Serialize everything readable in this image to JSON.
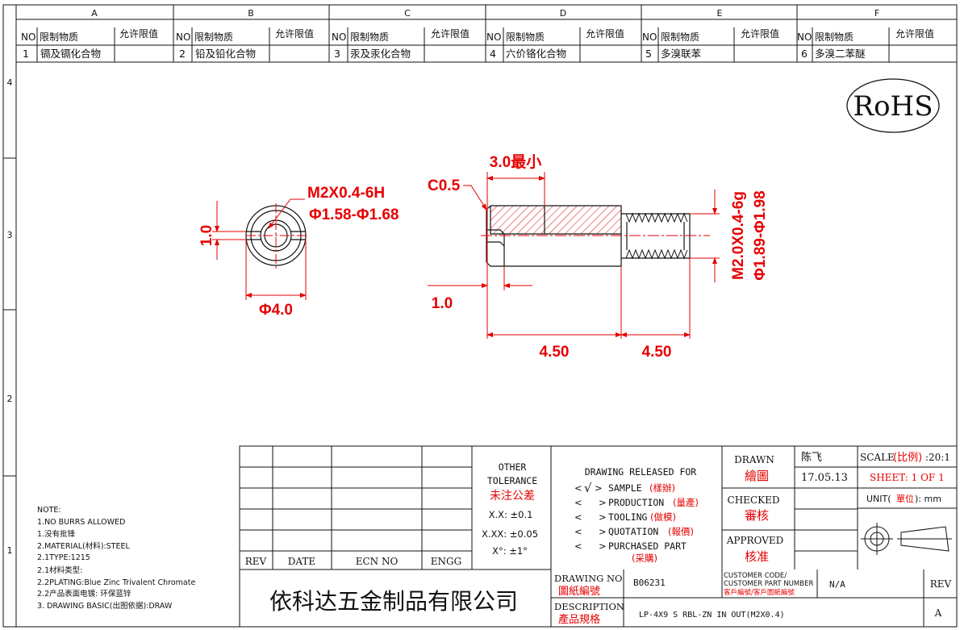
{
  "zones_columns": [
    "A",
    "B",
    "C",
    "D",
    "E",
    "F"
  ],
  "zones_rows": [
    "4",
    "3",
    "2",
    "1"
  ],
  "restricted_table": {
    "h_no": "NO",
    "h_substance": "限制物质",
    "h_limit": "允许限值",
    "items": [
      {
        "no": "1",
        "substance": "镉及镉化合物",
        "limit": ""
      },
      {
        "no": "2",
        "substance": "铅及铅化合物",
        "limit": ""
      },
      {
        "no": "3",
        "substance": "汞及汞化合物",
        "limit": ""
      },
      {
        "no": "4",
        "substance": "六价铬化合物",
        "limit": ""
      },
      {
        "no": "5",
        "substance": "多溴联苯",
        "limit": ""
      },
      {
        "no": "6",
        "substance": "多溴二苯醚",
        "limit": ""
      }
    ]
  },
  "rohs_mark": "RoHS",
  "dimensions": {
    "thread_int": "M2X0.4-6H",
    "bore_dia": "Φ1.58-Φ1.68",
    "slot_width": "1.0",
    "outer_dia": "Φ4.0",
    "min_len": "3.0最小",
    "chamfer": "C0.5",
    "slot_depth": "1.0",
    "body_len": "4.50",
    "thread_len": "4.50",
    "thread_ext": "M2.0X0.4-6g",
    "thread_ext_dia": "Φ1.89-Φ1.98"
  },
  "notes": {
    "title": "NOTE:",
    "lines": [
      "1.NO BURRS ALLOWED",
      "1.没有批锋",
      "2.MATERIAL(材料):STEEL",
      "2.1TYPE:1215",
      "2.1材料类型:",
      "2.2PLATING:Blue Zinc Trivalent Chromate",
      "2.2产品表面电镀: 环保蓝锌",
      "3. DRAWING BASIC(出图依据):DRAW"
    ]
  },
  "title_block": {
    "rev_headers": {
      "rev": "REV",
      "date": "DATE",
      "ecn": "ECN NO",
      "engg": "ENGG"
    },
    "tolerance": {
      "title1": "OTHER",
      "title2": "TOLERANCE",
      "title_cn": "未注公差",
      "x_x": "X.X: ±0.1",
      "x_xx": "X.XX: ±0.05",
      "angle": "X°: ±1°"
    },
    "release": {
      "title": "DRAWING RELEASED FOR",
      "items": [
        {
          "label": "SAMPLE",
          "cn": "(樣辦)",
          "checked": true
        },
        {
          "label": "PRODUCTION",
          "cn": "(量產)",
          "checked": false
        },
        {
          "label": "TOOLING",
          "cn": "(做模)",
          "checked": false
        },
        {
          "label": "QUOTATION",
          "cn": "(報價)",
          "checked": false
        },
        {
          "label": "PURCHASED PART",
          "cn": "(采購)",
          "checked": false
        }
      ],
      "check_mark": "√"
    },
    "drawn": {
      "label": "DRAWN",
      "cn": "繪圖",
      "name": "陈飞",
      "date": "17.05.13"
    },
    "checked": {
      "label": "CHECKED",
      "cn": "審核"
    },
    "approved": {
      "label": "APPROVED",
      "cn": "核准"
    },
    "scale": {
      "label": "SCALE",
      "cn": "(比例)",
      "value": ":20:1"
    },
    "sheet": "SHEET:  1 OF 1",
    "unit": {
      "label": "UNIT(",
      "cn": "單位",
      "tail": "):  mm"
    },
    "company": "依科达五金制品有限公司",
    "drawing_no": {
      "label": "DRAWING NO",
      "cn": "圖紙編號",
      "value": "B06231"
    },
    "customer": {
      "label1": "CUSTOMER CODE/",
      "label2": "CUSTOMER PART NUMBER",
      "cn": "客戶編號/客戶圖紙編號",
      "value": "N/A"
    },
    "description": {
      "label": "DESCRIPTION",
      "cn": "產品規格",
      "value": "LP-4X9 S RBL-ZN IN OUT(M2X0.4)"
    },
    "rev": {
      "label": "REV",
      "value": "A"
    }
  },
  "colors": {
    "line": "#111111",
    "dimension": "#e60000"
  }
}
